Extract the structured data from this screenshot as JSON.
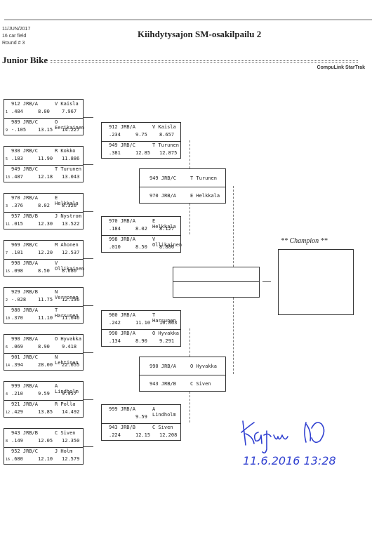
{
  "header": {
    "date": "11/JUN/2017",
    "field": "16 car field",
    "round": "Round # 3",
    "title": "Kiihdytysajon SM-osakilpailu 2",
    "class_name": "Junior Bike",
    "brand": "CompuLink StarTrak"
  },
  "round1": [
    {
      "top": {
        "seed": "1",
        "num": "912 JRB/A",
        "name": "V Kaisla",
        "rt": ".484",
        "et": "8.00",
        "spd": "7.967"
      },
      "bottom": {
        "seed": "9",
        "num": "989 JRB/C",
        "name": "O Eerikainen",
        "rt": "-.105",
        "et": "13.15",
        "spd": "14.227"
      }
    },
    {
      "top": {
        "seed": "5",
        "num": "930 JRB/C",
        "name": "R Kokko",
        "rt": ".183",
        "et": "11.90",
        "spd": "11.886"
      },
      "bottom": {
        "seed": "13",
        "num": "949 JRB/C",
        "name": "T Turunen",
        "rt": ".487",
        "et": "12.18",
        "spd": "13.043"
      }
    },
    {
      "top": {
        "seed": "3",
        "num": "970 JRB/A",
        "name": "E Helkkala",
        "rt": ".376",
        "et": "8.02",
        "spd": "8.326"
      },
      "bottom": {
        "seed": "11",
        "num": "957 JRB/B",
        "name": "J Nystrom",
        "rt": ".015",
        "et": "12.30",
        "spd": "13.522"
      }
    },
    {
      "top": {
        "seed": "7",
        "num": "969 JRB/C",
        "name": "M Ahonen",
        "rt": ".101",
        "et": "12.20",
        "spd": "12.537"
      },
      "bottom": {
        "seed": "15",
        "num": "998 JRB/A",
        "name": "V Ollikainen",
        "rt": ".098",
        "et": "8.50",
        "spd": "8.680"
      }
    },
    {
      "top": {
        "seed": "2",
        "num": "929 JRB/B",
        "name": "N Verronen",
        "rt": "-.028",
        "et": "11.75",
        "spd": "12.136"
      },
      "bottom": {
        "seed": "10",
        "num": "980 JRB/A",
        "name": "T Harsunen",
        "rt": ".370",
        "et": "11.10",
        "spd": "11.646"
      }
    },
    {
      "top": {
        "seed": "6",
        "num": "990 JRB/A",
        "name": "O Hyvakka",
        "rt": ".069",
        "et": "8.90",
        "spd": "9.418"
      },
      "bottom": {
        "seed": "14",
        "num": "901 JRB/C",
        "name": "N Lehtinen",
        "rt": ".394",
        "et": "28.00",
        "spd": "22.655"
      }
    },
    {
      "top": {
        "seed": "4",
        "num": "999 JRB/A",
        "name": "A Lindholm",
        "rt": ".210",
        "et": "9.59",
        "spd": "9.957"
      },
      "bottom": {
        "seed": "12",
        "num": "921 JRB/A",
        "name": "R Polla",
        "rt": ".429",
        "et": "13.85",
        "spd": "14.492"
      }
    },
    {
      "top": {
        "seed": "8",
        "num": "943 JRB/B",
        "name": "C Siven",
        "rt": ".149",
        "et": "12.05",
        "spd": "12.350"
      },
      "bottom": {
        "seed": "16",
        "num": "952 JRB/C",
        "name": "J Holm",
        "rt": ".680",
        "et": "12.10",
        "spd": "12.579"
      }
    }
  ],
  "round2": [
    {
      "top": {
        "num": "912 JRB/A",
        "name": "V Kaisla",
        "rt": ".234",
        "et": "9.75",
        "spd": "8.657"
      },
      "bottom": {
        "num": "949 JRB/C",
        "name": "T Turunen",
        "rt": ".381",
        "et": "12.85",
        "spd": "12.875"
      }
    },
    {
      "top": {
        "num": "970 JRB/A",
        "name": "E Helkkala",
        "rt": ".184",
        "et": "8.02",
        "spd": "8.127"
      },
      "bottom": {
        "num": "998 JRB/A",
        "name": "V Ollikainen",
        "rt": ".010",
        "et": "8.50",
        "spd": "8.886"
      }
    },
    {
      "top": {
        "num": "980 JRB/A",
        "name": "T Harsunen",
        "rt": ".242",
        "et": "11.10",
        "spd": "10.863"
      },
      "bottom": {
        "num": "990 JRB/A",
        "name": "O Hyvakka",
        "rt": ".134",
        "et": "8.90",
        "spd": "9.291"
      }
    },
    {
      "top": {
        "num": "999 JRB/A",
        "name": "A Lindholm",
        "rt": "",
        "et": "9.59",
        "spd": ""
      },
      "bottom": {
        "num": "943 JRB/B",
        "name": "C Siven",
        "rt": ".224",
        "et": "12.15",
        "spd": "12.208"
      }
    }
  ],
  "round3": [
    {
      "top": {
        "num": "949 JRB/C",
        "name": "T Turunen"
      },
      "bottom": {
        "num": "970 JRB/A",
        "name": "E Helkkala"
      }
    },
    {
      "top": {
        "num": "990 JRB/A",
        "name": "O Hyvakka"
      },
      "bottom": {
        "num": "943 JRB/B",
        "name": "C Siven"
      }
    }
  ],
  "champion": {
    "label": "** Champion **"
  },
  "signature": {
    "text": "11.6.2016 13:28"
  }
}
